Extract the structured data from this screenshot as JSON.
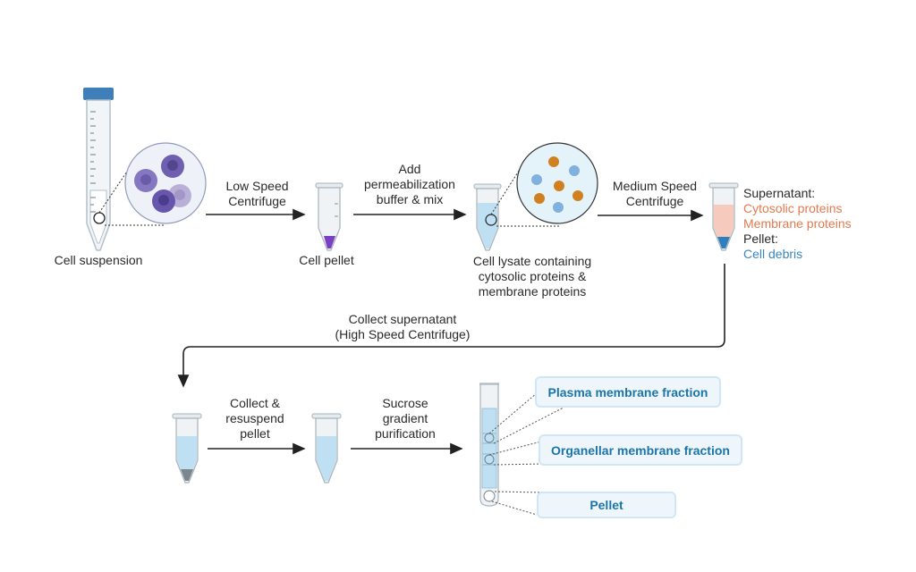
{
  "steps": {
    "cell_suspension": "Cell suspension",
    "low_speed": [
      "Low Speed",
      "Centrifuge"
    ],
    "cell_pellet": "Cell pellet",
    "add_buffer": [
      "Add",
      "permeabilization",
      "buffer & mix"
    ],
    "cell_lysate": [
      "Cell lysate containing",
      "cytosolic proteins &",
      "membrane proteins"
    ],
    "medium_speed": [
      "Medium Speed",
      "Centrifuge"
    ],
    "collect_supernatant": [
      "Collect supernatant",
      "(High Speed Centrifuge)"
    ],
    "collect_resuspend": [
      "Collect &",
      "resuspend",
      "pellet"
    ],
    "sucrose": [
      "Sucrose",
      "gradient",
      "purification"
    ]
  },
  "result": {
    "supernatant_label": "Supernatant:",
    "cytosolic": "Cytosolic proteins",
    "membrane": "Membrane proteins",
    "pellet_label": "Pellet:",
    "debris": "Cell debris"
  },
  "fractions": {
    "plasma": "Plasma membrane fraction",
    "organellar": "Organellar membrane fraction",
    "pellet": "Pellet"
  },
  "colors": {
    "cap": "#3f7fb9",
    "cell_purple": "#7a68b8",
    "lysate_blue": "#bfe0f2",
    "supernatant": "#f6cbbd",
    "pellet_purple": "#7b3fc4",
    "debris_blue": "#2f7fbe",
    "orange_protein": "#d0801e",
    "blue_protein": "#7fb0de",
    "text_orange": "#e07a4f",
    "text_blue": "#3a86c0",
    "fraction_text": "#1c75a8"
  }
}
